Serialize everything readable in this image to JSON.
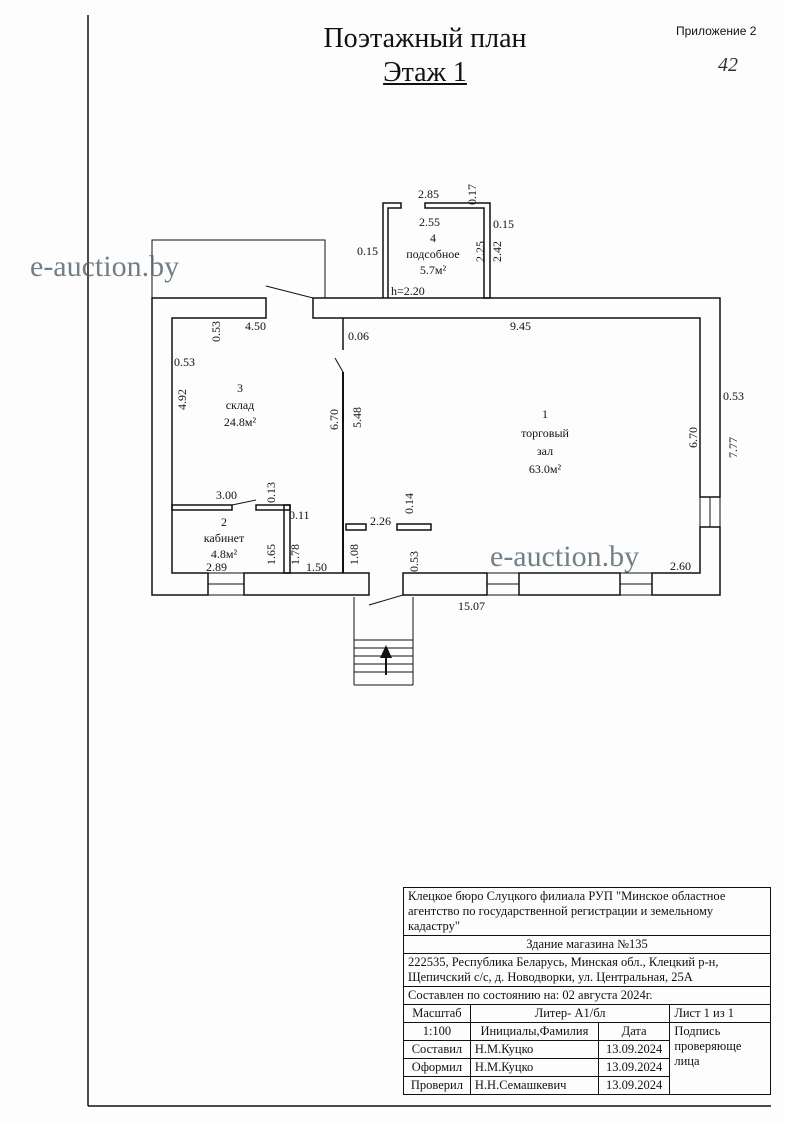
{
  "header": {
    "title": "Поэтажный план",
    "floor": "Этаж 1",
    "appendix": "Приложение 2",
    "page_mark": "42"
  },
  "watermark": "e-auction.by",
  "rooms": [
    {
      "number": "1",
      "name": "торговый",
      "name2": "зал",
      "area": "63.0м²"
    },
    {
      "number": "2",
      "name": "кабинет",
      "area": "4.8м²"
    },
    {
      "number": "3",
      "name": "склад",
      "area": "24.8м²"
    },
    {
      "number": "4",
      "name": "подсобное",
      "area": "5.7м²"
    }
  ],
  "dimensions": {
    "d285": "2.85",
    "d017": "0.17",
    "d255": "2.55",
    "d015a": "0.15",
    "d015b": "0.15",
    "d225": "2.25",
    "d242": "2.42",
    "h": "h=2.20",
    "d053a": "0.53",
    "d450": "4.50",
    "d945": "9.45",
    "d006": "0.06",
    "d053b": "0.53",
    "d492": "4.92",
    "d670a": "6.70",
    "d548": "5.48",
    "d670b": "6.70",
    "d053c": "0.53",
    "d777": "7.77",
    "d300": "3.00",
    "d013": "0.13",
    "d011": "0.11",
    "d014": "0.14",
    "d226": "2.26",
    "d165": "1.65",
    "d178": "1.78",
    "d108": "1.08",
    "d289": "2.89",
    "d150": "1.50",
    "d053d": "0.53",
    "d260": "2.60",
    "d1507": "15.07"
  },
  "stamp": {
    "org": "Клецкое бюро Слуцкого филиала РУП \"Минское областное агентство по государственной регистрации и земельному кадастру\"",
    "building": "Здание магазина №135",
    "address": "222535, Республика Беларусь, Минская обл., Клецкий р-н, Щепичский с/с, д. Новодворки, ул. Центральная, 25А",
    "state": "Составлен по состоянию на:  02 августа 2024г.",
    "scale_label": "Масштаб",
    "liter": "Литер- А1/бл",
    "sheet": "Лист 1 из 1",
    "scale": "1:100",
    "names_header": "Инициалы,Фамилия",
    "date_header": "Дата",
    "signature_label": "Подпись проверяюще лица",
    "rows": [
      {
        "role": "Составил",
        "name": "Н.М.Куцко",
        "date": "13.09.2024"
      },
      {
        "role": "Оформил",
        "name": "Н.М.Куцко",
        "date": "13.09.2024"
      },
      {
        "role": "Проверил",
        "name": "Н.Н.Семашкевич",
        "date": "13.09.2024"
      }
    ]
  }
}
